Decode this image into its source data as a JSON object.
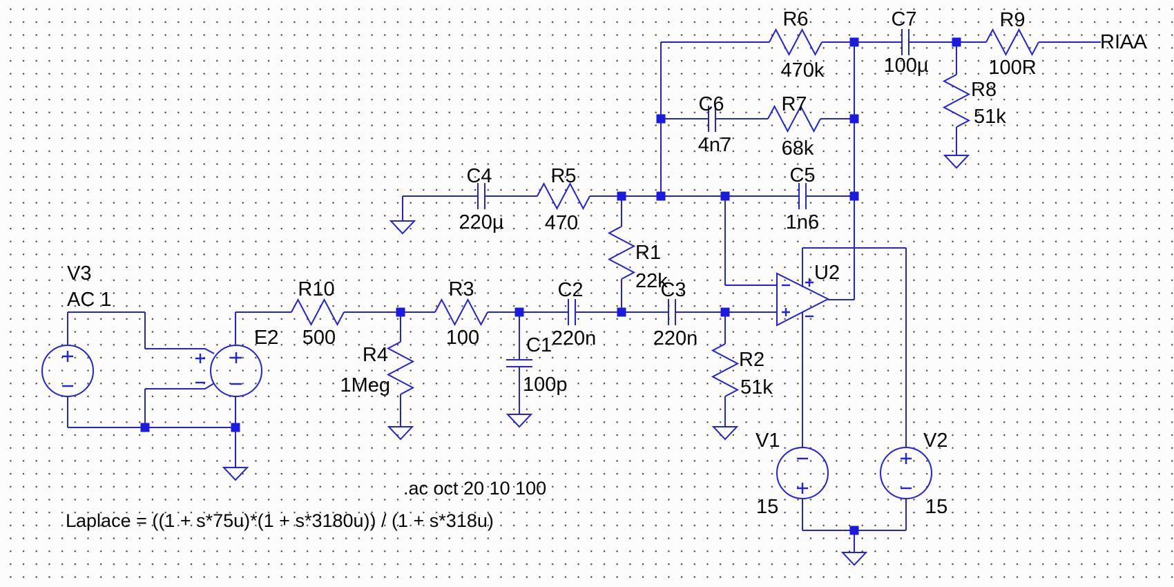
{
  "schematic": {
    "net_labels": {
      "out": "RIAA"
    },
    "directives": {
      "ac_analysis": ".ac oct 20 10 100",
      "laplace": "Laplace = ((1 + s*75u)*(1 + s*3180u)) / (1 + s*318u)"
    },
    "components": {
      "V3": {
        "ref": "V3",
        "value": "AC 1"
      },
      "E2": {
        "ref": "E2"
      },
      "R10": {
        "ref": "R10",
        "value": "500"
      },
      "R4": {
        "ref": "R4",
        "value": "1Meg"
      },
      "R3": {
        "ref": "R3",
        "value": "100"
      },
      "C1": {
        "ref": "C1",
        "value": "100p"
      },
      "C2": {
        "ref": "C2",
        "value": "220n"
      },
      "R1": {
        "ref": "R1",
        "value": "22k"
      },
      "C3": {
        "ref": "C3",
        "value": "220n"
      },
      "R2": {
        "ref": "R2",
        "value": "51k"
      },
      "C4": {
        "ref": "C4",
        "value": "220µ"
      },
      "R5": {
        "ref": "R5",
        "value": "470"
      },
      "C5": {
        "ref": "C5",
        "value": "1n6"
      },
      "C6": {
        "ref": "C6",
        "value": "4n7"
      },
      "R7": {
        "ref": "R7",
        "value": "68k"
      },
      "R6": {
        "ref": "R6",
        "value": "470k"
      },
      "C7": {
        "ref": "C7",
        "value": "100µ"
      },
      "R9": {
        "ref": "R9",
        "value": "100R"
      },
      "R8": {
        "ref": "R8",
        "value": "51k"
      },
      "U2": {
        "ref": "U2"
      },
      "V1": {
        "ref": "V1",
        "value": "15"
      },
      "V2": {
        "ref": "V2",
        "value": "15"
      }
    },
    "colors": {
      "wire": "#2121de",
      "text": "#070707",
      "grid_dot": "#474747",
      "background": "#fcfcfc"
    }
  }
}
